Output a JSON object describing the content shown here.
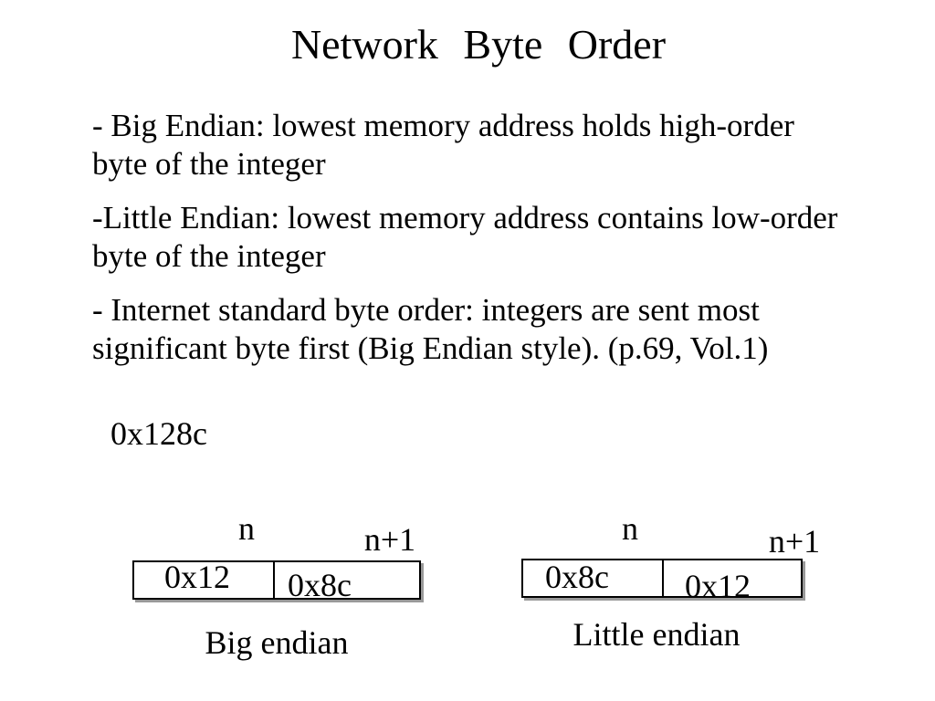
{
  "slide": {
    "title": "Network Byte Order",
    "bullets": [
      {
        "lines": [
          "- Big Endian: lowest memory address holds high-order",
          "byte of the integer"
        ]
      },
      {
        "lines": [
          "-Little Endian: lowest memory address contains low-order",
          "byte of the integer"
        ]
      },
      {
        "lines": [
          "- Internet standard byte order: integers are sent most",
          "significant byte first (Big Endian style). (p.69, Vol.1)"
        ]
      }
    ],
    "hex_value": "0x128c",
    "big_endian": {
      "label_n": "n",
      "label_n_plus_1": "n+1",
      "cell_left": "0x12",
      "cell_right": "0x8c",
      "caption": "Big endian"
    },
    "little_endian": {
      "label_n": "n",
      "label_n_plus_1": "n+1",
      "cell_left": "0x8c",
      "cell_right": "0x12",
      "caption": "Little endian"
    },
    "colors": {
      "background": "#ffffff",
      "text": "#000000",
      "box_border": "#000000",
      "box_shadow": "#999999"
    }
  }
}
